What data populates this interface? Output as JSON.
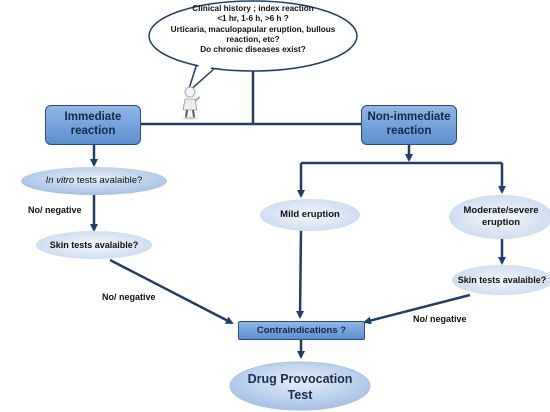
{
  "bubble": {
    "line1": "Clinical history ; index reaction",
    "line2": "<1 hr, 1-6 h, >6 h ?",
    "line3": "Urticaria, maculopapular eruption, bullous",
    "line4": "reaction, etc?",
    "line5": "Do chronic diseases exist?"
  },
  "nodes": {
    "immediate_l1": "Immediate",
    "immediate_l2": "reaction",
    "nonimmediate_l1": "Non-immediate",
    "nonimmediate_l2": "reaction",
    "invitro_italic": "In vitro",
    "invitro_rest": " tests avalaible?",
    "skin_left": "Skin tests avalaible?",
    "mild": "Mild eruption",
    "moderate_l1": "Moderate/severe",
    "moderate_l2": "eruption",
    "skin_right": "Skin tests avalaible?",
    "contra": "Contraindications ?",
    "dpt_l1": "Drug Provocation",
    "dpt_l2": "Test"
  },
  "edge_labels": {
    "no_negative_1": "No/ negative",
    "no_negative_2": "No/ negative",
    "no_negative_3": "No/ negative"
  },
  "colors": {
    "arrow": "#1f3f66",
    "box": "#6f9fd8",
    "ellipse_light": "#dce7f4",
    "ellipse_mid": "#b9cde8"
  }
}
